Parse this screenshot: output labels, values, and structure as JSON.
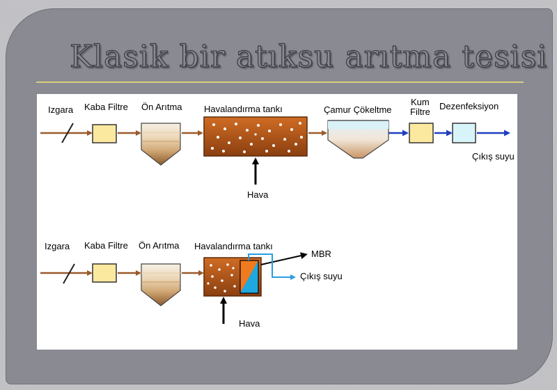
{
  "slide": {
    "title": "Klasik bir atıksu arıtma tesisi"
  },
  "diagram_top": {
    "labels": {
      "izgara": "Izgara",
      "kaba_filtre": "Kaba Filtre",
      "on_aritma": "Ön Arıtma",
      "havalandirma": "Havalandırma tankı",
      "camur": "Çamur Çökeltme",
      "kum_line1": "Kum",
      "kum_line2": "Filtre",
      "dezenfeksiyon": "Dezenfeksiyon",
      "cikis": "Çıkış suyu",
      "hava": "Hava"
    }
  },
  "diagram_bottom": {
    "labels": {
      "izgara": "Izgara",
      "kaba_filtre": "Kaba Filtre",
      "on_aritma": "Ön Arıtma",
      "havalandirma": "Havalandırma tankı",
      "mbr": "MBR",
      "cikis": "Çıkış suyu",
      "hava": "Hava"
    }
  },
  "colors": {
    "flow_brown": "#9b5a2a",
    "flow_blue": "#1f3fbf",
    "effluent_cyan": "#2a9de0",
    "filter_yellow": "#fce9a0",
    "tank_orange": "#c0601a",
    "disinfection_cyan": "#d8f4fb",
    "membrane_orange": "#f07a1e",
    "membrane_blue": "#1fa8e0"
  }
}
